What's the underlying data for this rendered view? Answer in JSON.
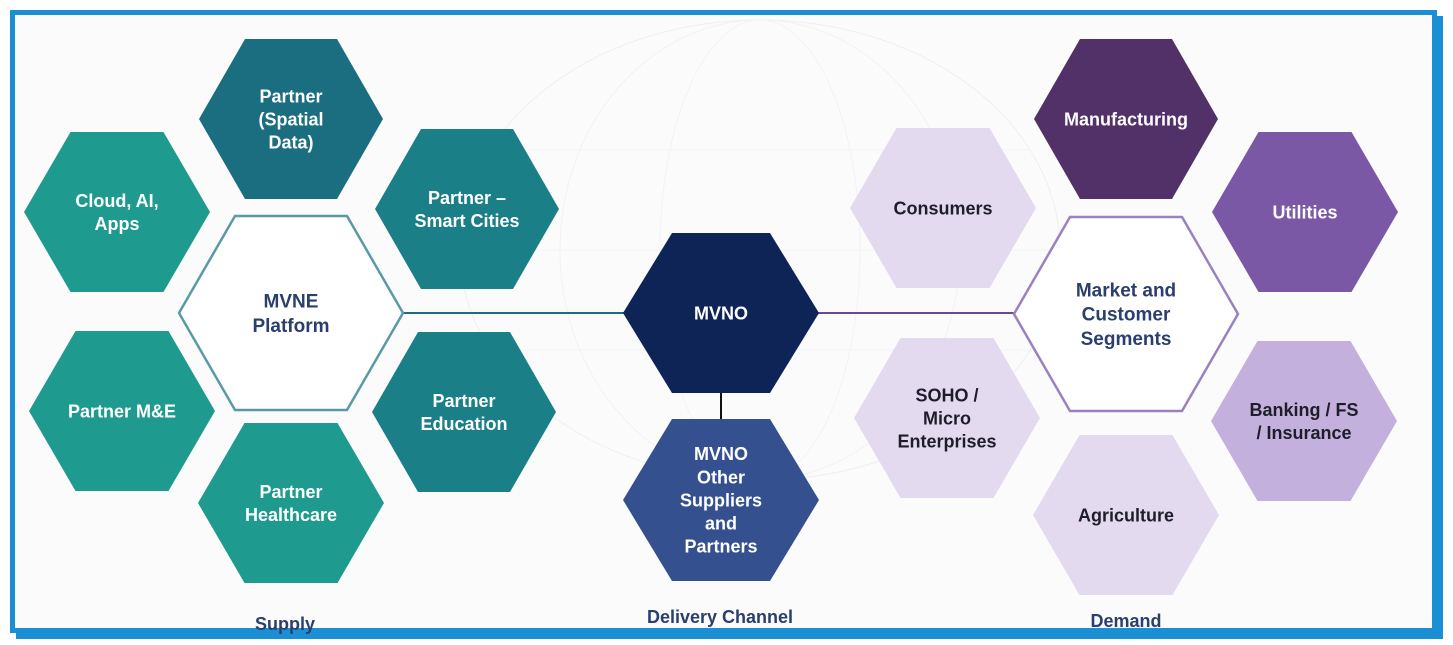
{
  "colors": {
    "border": "#1b8fd4",
    "teal_green": "#1f9a8e",
    "teal_mid": "#1a7f86",
    "teal_dark": "#1b6d80",
    "navy": "#0e2356",
    "blue": "#34508f",
    "purple_dark": "#523168",
    "purple_mid": "#7b58a6",
    "lavender": "#c3b0dd",
    "lavender_light": "#e4daf0",
    "outline_teal": "#5a9aa6",
    "outline_purple": "#9a82c0",
    "label_text": "#2a3f6e"
  },
  "supply": {
    "center": [
      "MVNE",
      "Platform"
    ],
    "nodes": {
      "cloud": [
        "Cloud, AI,",
        "Apps"
      ],
      "spatial": [
        "Partner",
        "(Spatial",
        "Data)"
      ],
      "smart_cities": [
        "Partner –",
        "Smart Cities"
      ],
      "me": [
        "Partner M&E"
      ],
      "education": [
        "Partner",
        "Education"
      ],
      "healthcare": [
        "Partner",
        "Healthcare"
      ]
    },
    "label": "Supply"
  },
  "delivery": {
    "mvno": [
      "MVNO"
    ],
    "others": [
      "MVNO",
      "Other",
      "Suppliers",
      "and",
      "Partners"
    ],
    "label": "Delivery Channel"
  },
  "demand": {
    "center": [
      "Market and",
      "Customer",
      "Segments"
    ],
    "nodes": {
      "consumers": [
        "Consumers"
      ],
      "manufacturing": [
        "Manufacturing"
      ],
      "utilities": [
        "Utilities"
      ],
      "soho": [
        "SOHO /",
        "Micro",
        "Enterprises"
      ],
      "agriculture": [
        "Agriculture"
      ],
      "banking": [
        "Banking / FS",
        "/ Insurance"
      ]
    },
    "label": "Demand"
  }
}
